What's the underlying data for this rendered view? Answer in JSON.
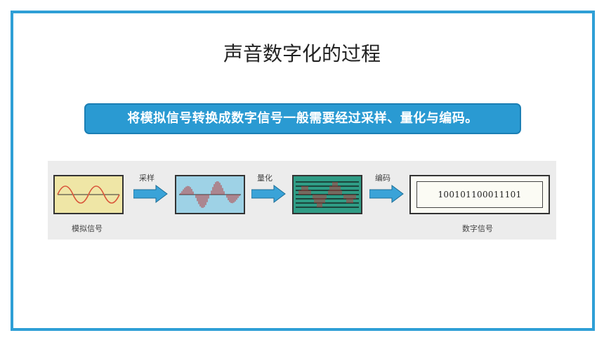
{
  "slide": {
    "title": "声音数字化的过程",
    "banner": "将模拟信号转换成数字信号一般需要经过采样、量化与编码。"
  },
  "diagram": {
    "steps": [
      "采样",
      "量化",
      "编码"
    ],
    "analog_label": "模拟信号",
    "digital_label": "数字信号",
    "binary_code": "100101100011101"
  },
  "colors": {
    "frame": "#2f9fd6",
    "banner": "#2a9ad2",
    "analog_bg": "#efe6a6",
    "sampling_bg": "#9ed2e6",
    "quantize_bg": "#2f9c85",
    "arrow": "#3aa3d8",
    "wave": "#d9553a",
    "samples": "#b83a3a"
  }
}
